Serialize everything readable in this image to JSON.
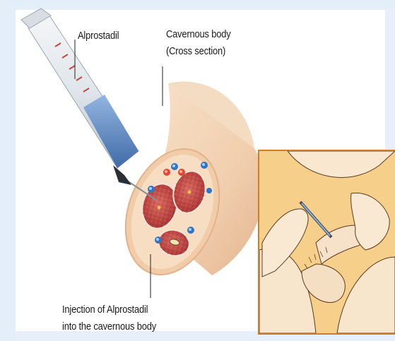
{
  "labels": {
    "drug": "Alprostadil",
    "body_line1": "Cavernous body",
    "body_line2": "(Cross section)",
    "injection_line1": "Injection of Alprostadil",
    "injection_line2": "into the cavernous body"
  },
  "colors": {
    "background": "#e4eef9",
    "skin": "#f3d3b1",
    "tissue": "#c6504d",
    "frame_border": "#d27b2a",
    "photo_bg": "#f6cf8b",
    "syringe_blue": "#4d7fbf"
  }
}
